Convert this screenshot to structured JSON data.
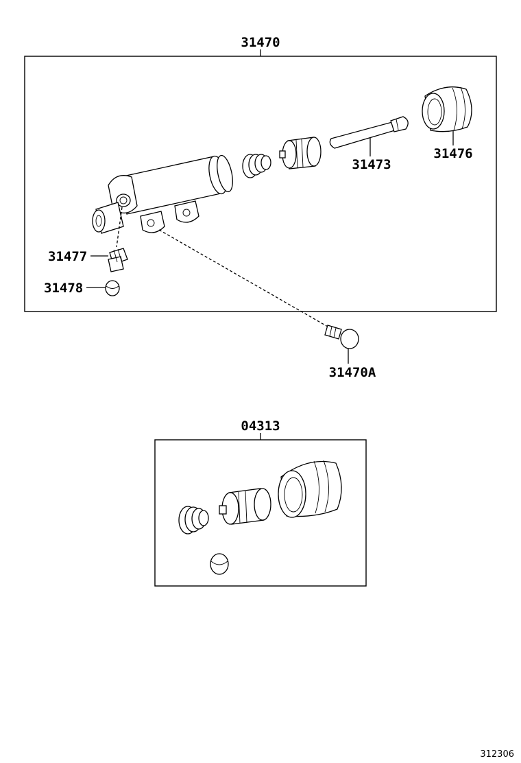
{
  "labels": {
    "assembly": "31470",
    "push_rod": "31473",
    "boot": "31476",
    "bleeder_plug": "31477",
    "bleeder_cap": "31478",
    "bolt": "31470A",
    "kit": "04313",
    "diagram_number": "312306"
  }
}
